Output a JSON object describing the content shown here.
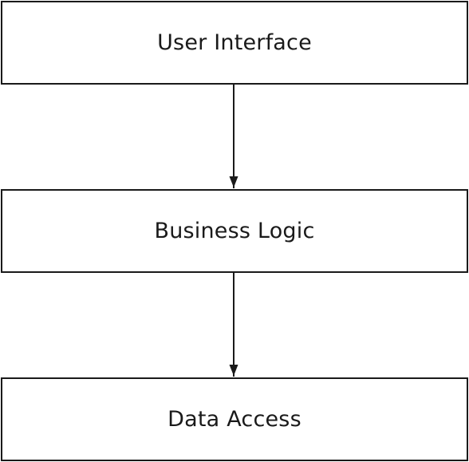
{
  "diagram": {
    "layers": [
      {
        "label": "User Interface"
      },
      {
        "label": "Business Logic"
      },
      {
        "label": "Data Access"
      }
    ],
    "connections": [
      {
        "from": "User Interface",
        "to": "Business Logic"
      },
      {
        "from": "Business Logic",
        "to": "Data Access"
      }
    ],
    "colors": {
      "stroke": "#1a1a1a",
      "fill": "#ffffff",
      "text": "#1a1a1a"
    }
  }
}
